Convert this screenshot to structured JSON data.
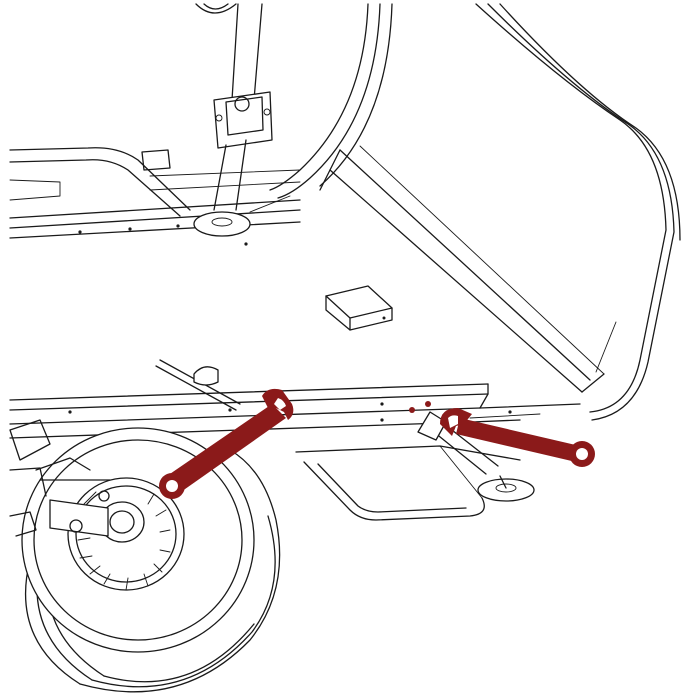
{
  "illustration": {
    "subject": "trailer-underside-jack-stand-adjustment",
    "line_color": "#1a1a1a",
    "tool_color": "#8b1a1a",
    "tools": [
      {
        "name": "wrench-left",
        "icon": "open-box-wrench"
      },
      {
        "name": "wrench-right",
        "icon": "open-box-wrench"
      }
    ]
  }
}
